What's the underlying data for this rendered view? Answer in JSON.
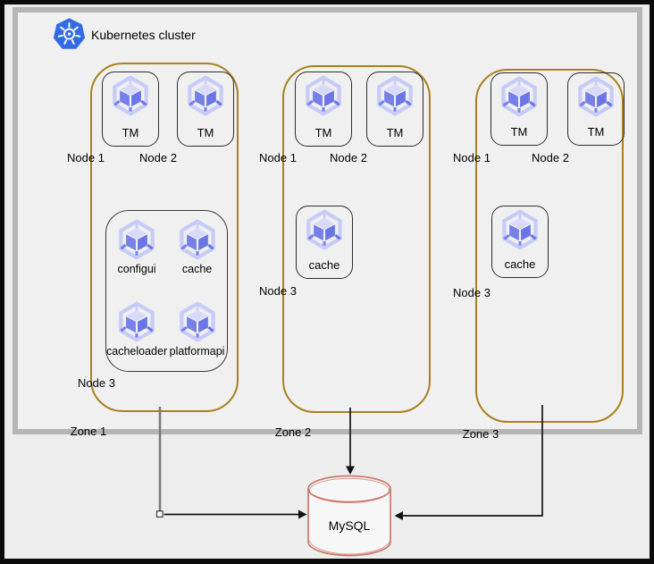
{
  "cluster": {
    "title": "Kubernetes cluster"
  },
  "zones": [
    {
      "label": "Zone 1",
      "nodes": {
        "node1": "Node 1",
        "node2": "Node 2",
        "node3": "Node 3"
      },
      "tm_pods": [
        "TM",
        "TM"
      ],
      "node3_pods": [
        "configui",
        "cache",
        "cacheloader",
        "platformapi"
      ]
    },
    {
      "label": "Zone 2",
      "nodes": {
        "node1": "Node 1",
        "node2": "Node 2",
        "node3": "Node 3"
      },
      "tm_pods": [
        "TM",
        "TM"
      ],
      "cache_pod": "cache"
    },
    {
      "label": "Zone 3",
      "nodes": {
        "node1": "Node 1",
        "node2": "Node 2",
        "node3": "Node 3"
      },
      "tm_pods": [
        "TM",
        "TM"
      ],
      "cache_pod": "cache"
    }
  ],
  "database": {
    "label": "MySQL"
  },
  "icons": {
    "kubernetes_logo": "kubernetes-helm-wheel",
    "pod": "kubernetes-pod-cube",
    "database": "cylinder"
  },
  "colors": {
    "kubernetes_blue": "#326CE5",
    "zone_border_gold": "#A9811E",
    "pod_purple_light": "#C6CBF8",
    "pod_purple_dark": "#6F79E7",
    "mysql_stroke_salmon": "#C9786C",
    "cluster_border_gray": "#B5B5B5",
    "background": "#EDEDED"
  }
}
